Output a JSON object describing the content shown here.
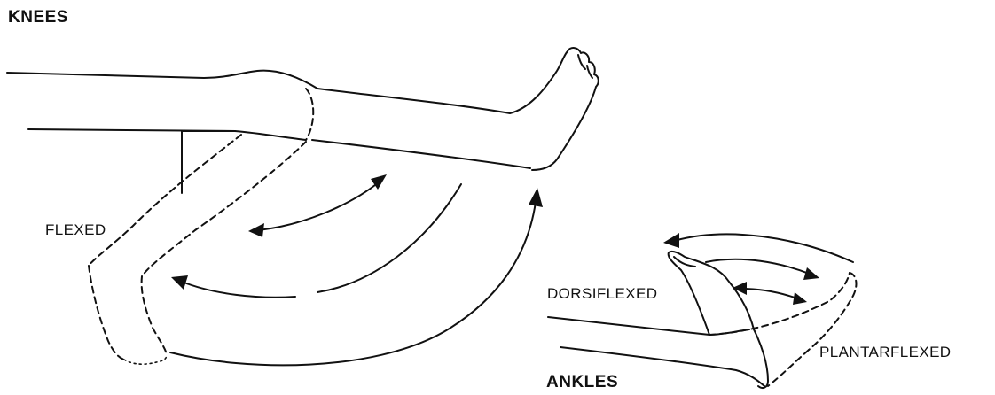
{
  "knees": {
    "title": "KNEES",
    "flexed_label": "FLEXED"
  },
  "ankles": {
    "title": "ANKLES",
    "dorsiflexed_label": "DORSIFLEXED",
    "plantarflexed_label": "PLANTARFLEXED"
  },
  "colors": {
    "ink": "#111111",
    "background": "#ffffff"
  }
}
